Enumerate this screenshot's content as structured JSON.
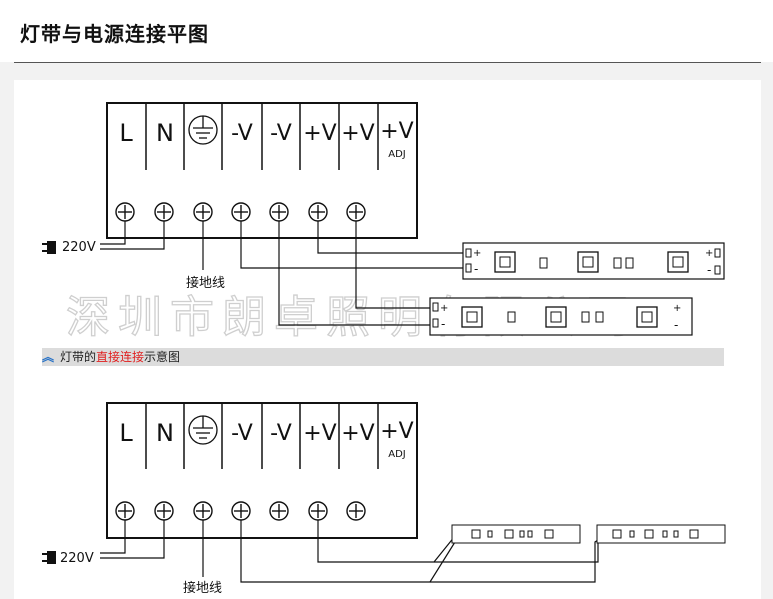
{
  "header": {
    "title": "灯带与电源连接平图"
  },
  "watermark": "深圳市朗卓照明有限公司",
  "caption": {
    "prefix": "灯带的",
    "highlight": "直接连接",
    "suffix": "示意图"
  },
  "terminals": {
    "labels": [
      "L",
      "N",
      "",
      "-V",
      "-V",
      "+V",
      "+V",
      "+V"
    ],
    "adj": "ADJ"
  },
  "wiring": {
    "input_label": "220V",
    "ground_label": "接地线",
    "strip_plus": "+",
    "strip_minus": "-"
  },
  "colors": {
    "line": "#111111",
    "highlight": "#e02020",
    "icon": "#2a73c6"
  }
}
